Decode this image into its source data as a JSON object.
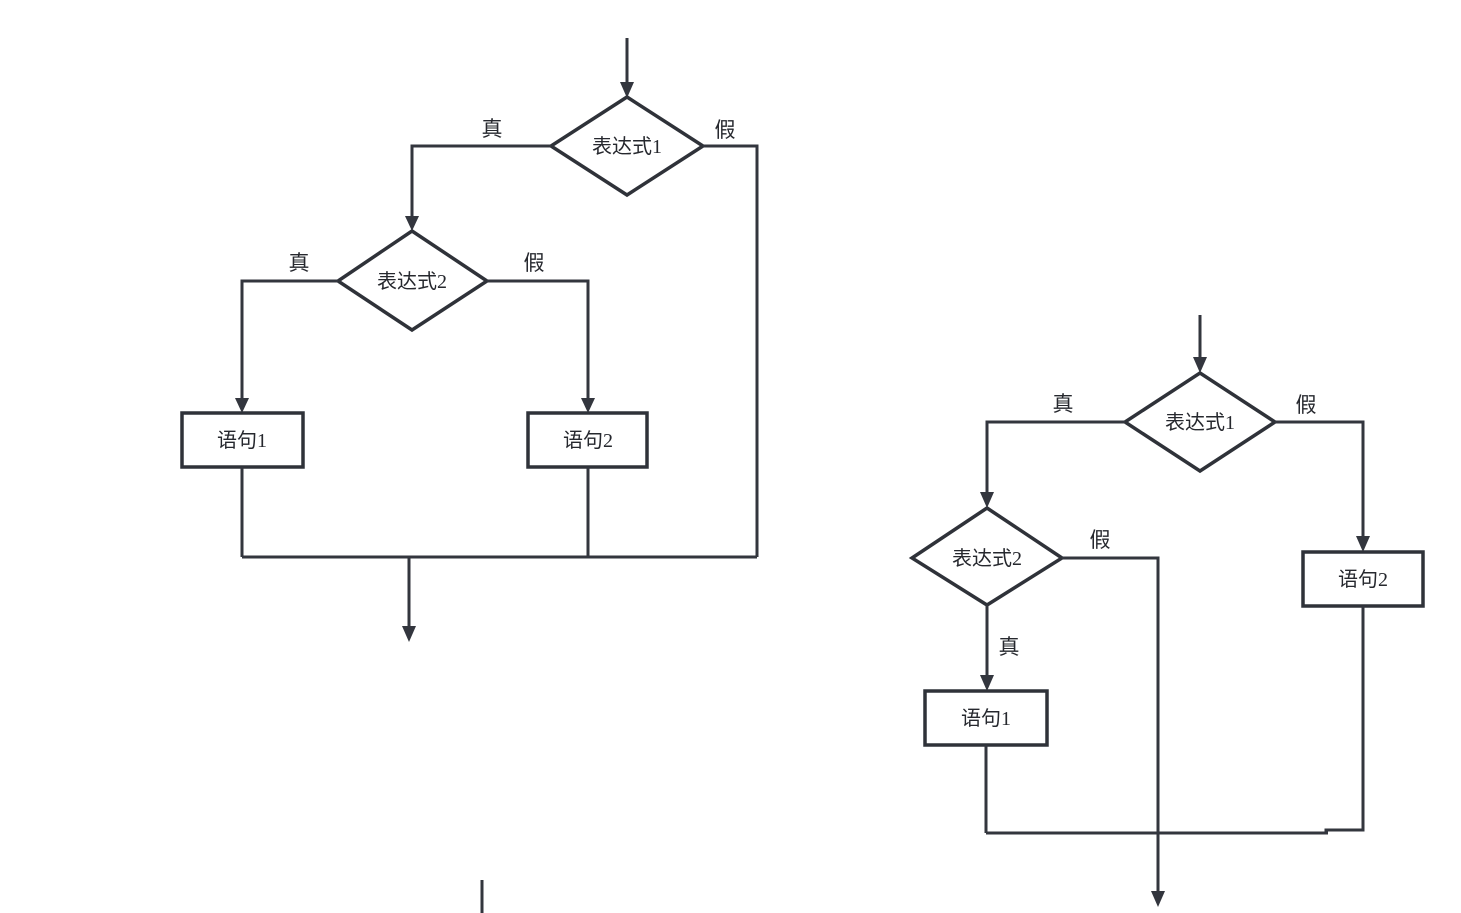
{
  "diagram": {
    "background_color": "#ffffff",
    "line_color": "#33363e",
    "text_color": "#26282e",
    "flowchart_left": {
      "decision1": "表达式1",
      "decision1_true": "真",
      "decision1_false": "假",
      "decision2": "表达式2",
      "decision2_true": "真",
      "decision2_false": "假",
      "statement1": "语句1",
      "statement2": "语句2"
    },
    "flowchart_right": {
      "decision1": "表达式1",
      "decision1_true": "真",
      "decision1_false": "假",
      "decision2": "表达式2",
      "decision2_true": "真",
      "decision2_false": "假",
      "statement1": "语句1",
      "statement2": "语句2"
    }
  }
}
